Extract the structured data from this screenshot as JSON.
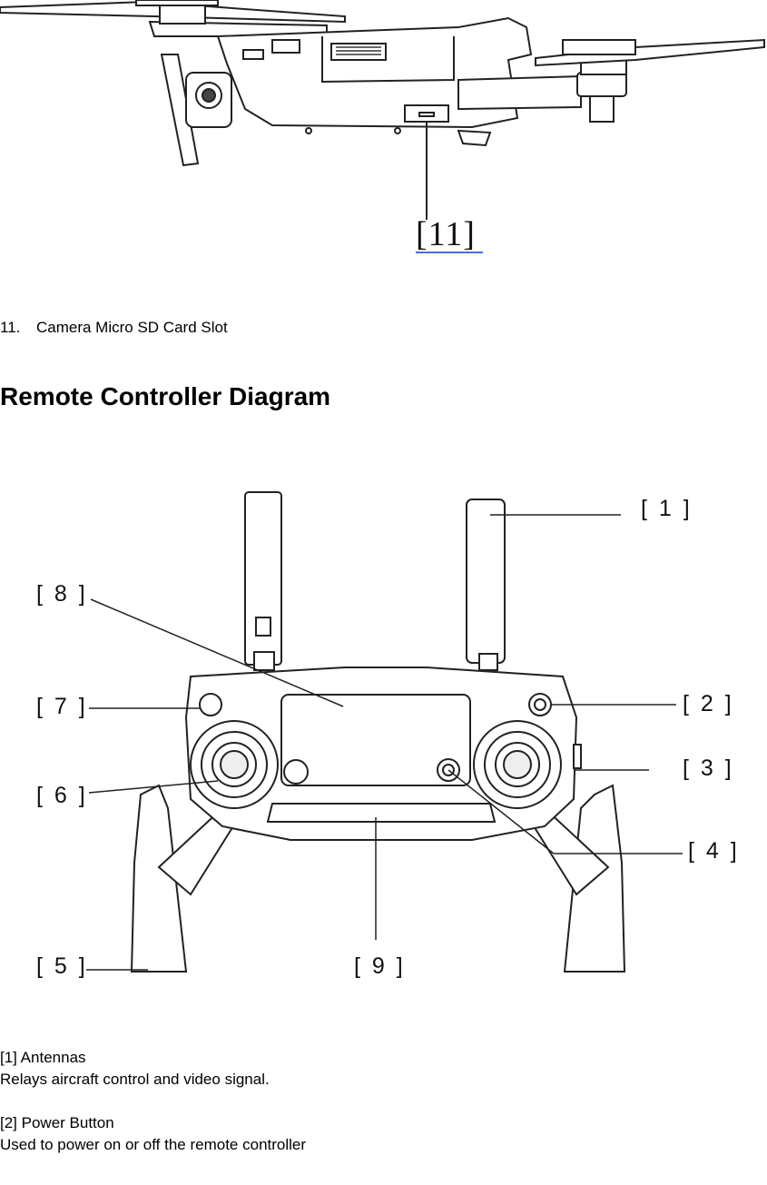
{
  "drone": {
    "callout": "[11]",
    "caption_number": "11.",
    "caption_text": "Camera Micro SD Card Slot"
  },
  "section": {
    "heading": "Remote Controller Diagram"
  },
  "rc_callouts": [
    "[ 1 ]",
    "[ 2 ]",
    "[ 3 ]",
    "[ 4 ]",
    "[ 5 ]",
    "[ 6 ]",
    "[ 7 ]",
    "[ 8 ]",
    "[ 9 ]"
  ],
  "descriptions": [
    {
      "title": "[1] Antennas",
      "text": "Relays aircraft control and video signal."
    },
    {
      "title": "[2] Power Button",
      "text": "Used to power on or off the remote controller"
    }
  ]
}
